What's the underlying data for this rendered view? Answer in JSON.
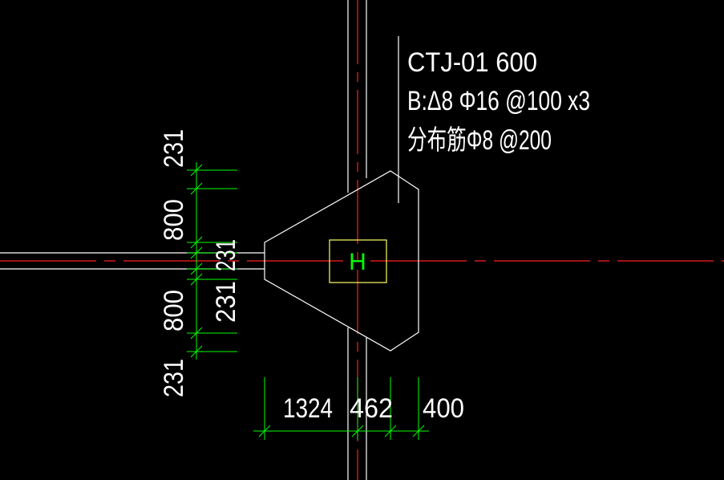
{
  "colors": {
    "background": "#000000",
    "outline": "#ffffff",
    "centerline": "#ff2020",
    "dimension": "#00ff00",
    "column_box": "#ffff66",
    "column_mark": "#00ff00",
    "text": "#ffffff"
  },
  "annotation": {
    "line1": "CTJ-01 600",
    "line2": "B:Δ8 Φ16 @100 x3",
    "line3": "分布筋Φ8 @200"
  },
  "column_label": "H",
  "vertical_dims": {
    "top_231": "231",
    "upper_800": "800",
    "inner_231_a": "231",
    "inner_231_b": "231",
    "lower_800": "800",
    "bottom_231": "231"
  },
  "horizontal_dims": {
    "d1324": "1324",
    "d462": "462",
    "d400": "400"
  }
}
